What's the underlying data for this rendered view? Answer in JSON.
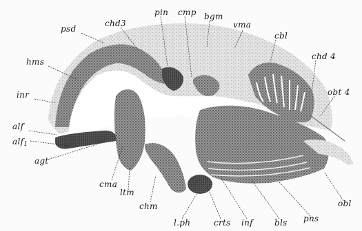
{
  "labels": {
    "psd": "psd",
    "chd3": "chd3",
    "pin": "pin",
    "cmp": "cmp",
    "bgm": "bgm",
    "vma": "vma",
    "cbl": "cbl",
    "chd4": "chd 4",
    "obt4": "obt 4",
    "hms": "hms",
    "inr": "inr",
    "alf": "alf",
    "alf1": "alf",
    "alf1_sub": "1",
    "agt": "agt",
    "cma": "cma",
    "ltm": "ltm",
    "chm": "chm",
    "lph": "l.ph",
    "crts": "crts",
    "inf": "inf",
    "bls": "bls",
    "pns": "pns",
    "obl": "obl"
  },
  "colors": {
    "paper": "#fbfbfb",
    "tissue_dark": "#3c3c3c",
    "tissue_mid": "#8a8a8a",
    "tissue_light": "#c8c8c8",
    "ink": "#1a1a1a"
  }
}
